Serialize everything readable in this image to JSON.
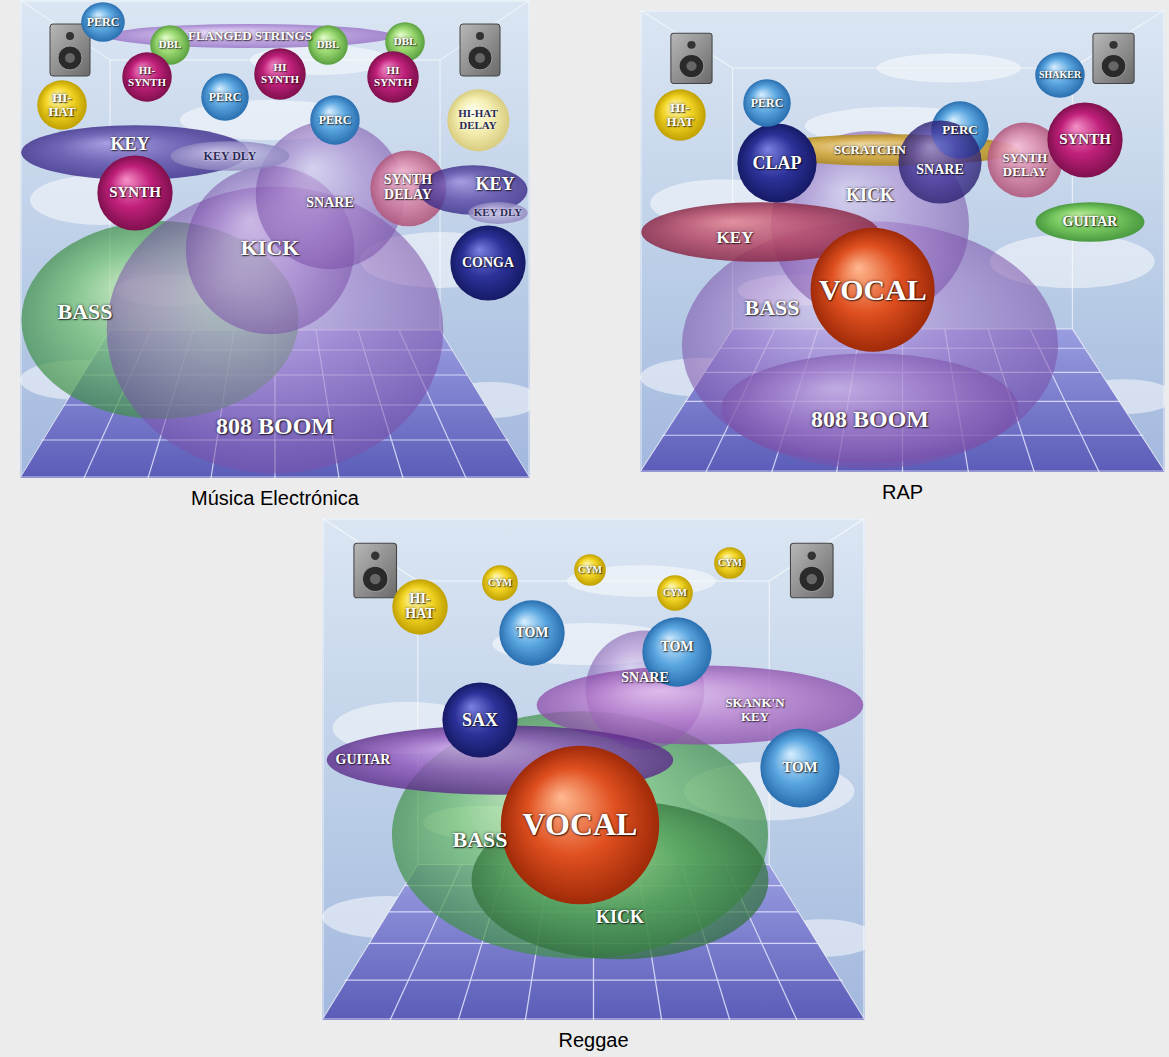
{
  "diagram": {
    "nodes": [
      {
        "text": [
          "Música Electrónica"
        ]
      },
      {
        "text": [
          "PERC"
        ],
        "in": 0
      },
      {
        "text": [
          "FLANGED STRINGS"
        ],
        "in": 0
      },
      {
        "text": [
          "DBL"
        ],
        "in": 0
      },
      {
        "text": [
          "HI- SYNTH"
        ],
        "in": 0
      },
      {
        "text": [
          "PERC"
        ],
        "in": 0
      },
      {
        "text": [
          "HI SYNTH"
        ],
        "in": 0
      },
      {
        "text": [
          "DBL"
        ],
        "in": 0
      },
      {
        "text": [
          "PERC"
        ],
        "in": 0
      },
      {
        "text": [
          "DBL"
        ],
        "in": 0
      },
      {
        "text": [
          "HI SYNTH"
        ],
        "in": 0
      },
      {
        "text": [
          "HI- HAT"
        ],
        "in": 0
      },
      {
        "text": [
          "KEY"
        ],
        "in": 0
      },
      {
        "text": [
          "KEY DLY"
        ],
        "in": 0
      },
      {
        "text": [
          "HI-HAT DELAY"
        ],
        "in": 0
      },
      {
        "text": [
          "SYNTH"
        ],
        "in": 0
      },
      {
        "text": [
          "SNARE"
        ],
        "in": 0
      },
      {
        "text": [
          "SYNTH DELAY"
        ],
        "in": 0
      },
      {
        "text": [
          "KEY"
        ],
        "in": 0
      },
      {
        "text": [
          "KEY DLY"
        ],
        "in": 0
      },
      {
        "text": [
          "KICK"
        ],
        "in": 0
      },
      {
        "text": [
          "CONGA"
        ],
        "in": 0
      },
      {
        "text": [
          "BASS"
        ],
        "in": 0
      },
      {
        "text": [
          "808 BOOM"
        ],
        "in": 0
      },
      {
        "text": [
          "RAP"
        ]
      },
      {
        "text": [
          "PERC"
        ],
        "in": 24
      },
      {
        "text": [
          "SHAKER"
        ],
        "in": 24
      },
      {
        "text": [
          "HI- HAT"
        ],
        "in": 24
      },
      {
        "text": [
          "PERC"
        ],
        "in": 24
      },
      {
        "text": [
          "CLAP"
        ],
        "in": 24
      },
      {
        "text": [
          "SCRATCHN"
        ],
        "in": 24
      },
      {
        "text": [
          "SNARE"
        ],
        "in": 24
      },
      {
        "text": [
          "SYNTH"
        ],
        "in": 24
      },
      {
        "text": [
          "SYNTH DELAY"
        ],
        "in": 24
      },
      {
        "text": [
          "KICK"
        ],
        "in": 24
      },
      {
        "text": [
          "KEY"
        ],
        "in": 24
      },
      {
        "text": [
          "GUITAR"
        ],
        "in": 24
      },
      {
        "text": [
          "BASS"
        ],
        "in": 24
      },
      {
        "text": [
          "VOCAL"
        ],
        "in": 24
      },
      {
        "text": [
          "808 BOOM"
        ],
        "in": 24
      },
      {
        "text": [
          "Reggae"
        ]
      },
      {
        "text": [
          "CYM"
        ],
        "in": 40
      },
      {
        "text": [
          "CYM"
        ],
        "in": 40
      },
      {
        "text": [
          "CYM"
        ],
        "in": 40
      },
      {
        "text": [
          "CYM"
        ],
        "in": 40
      },
      {
        "text": [
          "HI- HAT"
        ],
        "in": 40
      },
      {
        "text": [
          "TOM"
        ],
        "in": 40
      },
      {
        "text": [
          "TOM"
        ],
        "in": 40
      },
      {
        "text": [
          "SNARE"
        ],
        "in": 40
      },
      {
        "text": [
          "SKANK'N KEY"
        ],
        "in": 40
      },
      {
        "text": [
          "SAX"
        ],
        "in": 40
      },
      {
        "text": [
          "GUITAR"
        ],
        "in": 40
      },
      {
        "text": [
          "TOM"
        ],
        "in": 40
      },
      {
        "text": [
          "BASS"
        ],
        "in": 40
      },
      {
        "text": [
          "VOCAL"
        ],
        "in": 40
      },
      {
        "text": [
          "KICK"
        ],
        "in": 40
      }
    ]
  }
}
